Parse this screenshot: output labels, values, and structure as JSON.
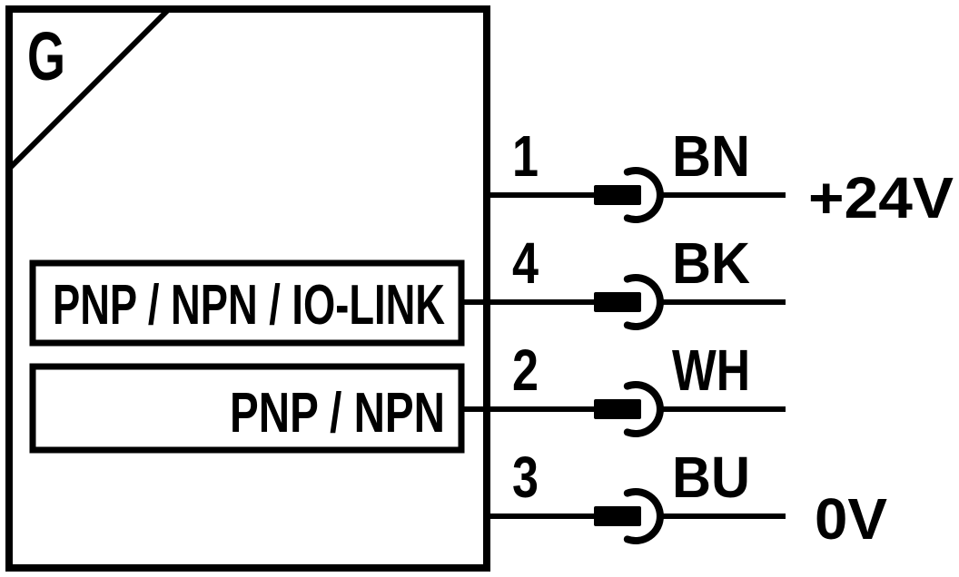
{
  "device": {
    "label": "G",
    "function_blocks": [
      {
        "label": "PNP / NPN / IO-LINK"
      },
      {
        "label": "PNP / NPN"
      }
    ]
  },
  "pins": [
    {
      "number": "1",
      "wire_color": "BN",
      "signal": "+24V"
    },
    {
      "number": "4",
      "wire_color": "BK",
      "signal": ""
    },
    {
      "number": "2",
      "wire_color": "WH",
      "signal": ""
    },
    {
      "number": "3",
      "wire_color": "BU",
      "signal": "0V"
    }
  ],
  "colors": {
    "ink": "#000000",
    "background": "#ffffff"
  }
}
